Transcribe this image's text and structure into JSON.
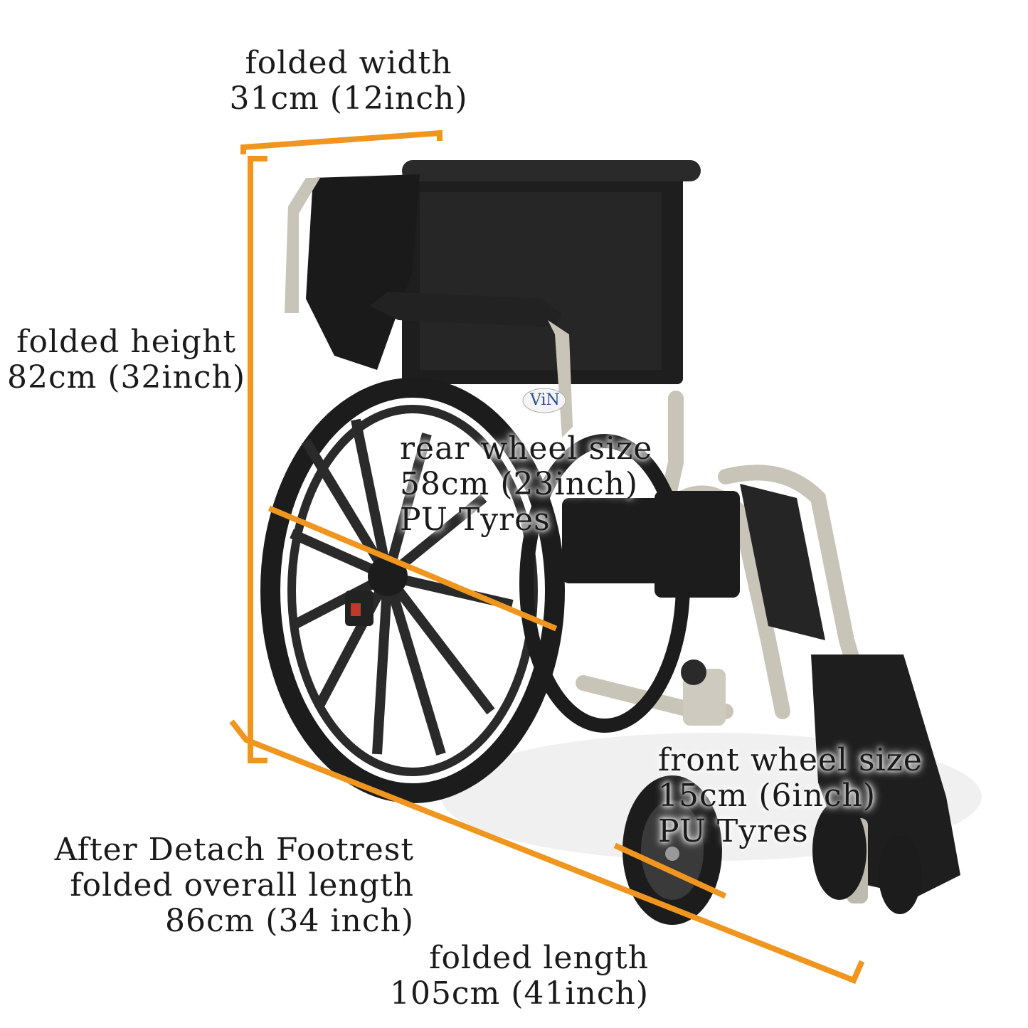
{
  "colors": {
    "dimension_line": "#f0961e",
    "text": "#1a1a1a",
    "frame": "#c9c4b8",
    "black_parts": "#1c1c1c",
    "background": "#ffffff"
  },
  "logo": {
    "text": "ViN"
  },
  "labels": {
    "folded_width": {
      "line1": "folded width",
      "line2": "31cm (12inch)"
    },
    "folded_height": {
      "line1": "folded height",
      "line2": "82cm (32inch)"
    },
    "rear_wheel": {
      "line1": "rear wheel size",
      "line2": "58cm (23inch)",
      "line3": "PU Tyres"
    },
    "front_wheel": {
      "line1": "front wheel size",
      "line2": "15cm (6inch)",
      "line3": "PU Tyres"
    },
    "overall_length": {
      "line1": "After Detach Footrest",
      "line2": "folded overall length",
      "line3": "86cm (34 inch)"
    },
    "folded_length": {
      "line1": "folded length",
      "line2": "105cm (41inch)"
    }
  }
}
